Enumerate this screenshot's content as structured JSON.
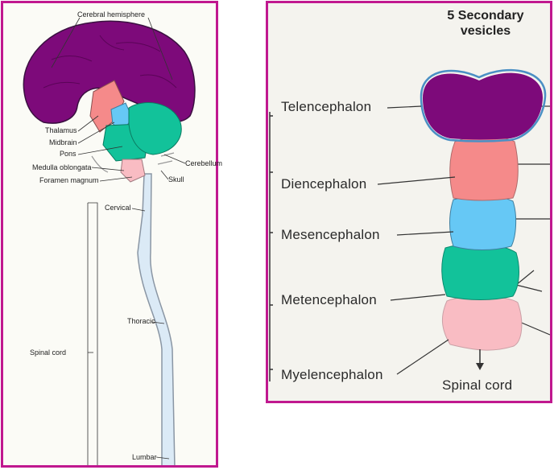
{
  "left_diagram": {
    "labels": {
      "cerebral_hemisphere": "Cerebral hemisphere",
      "thalamus": "Thalamus",
      "midbrain": "Midbrain",
      "pons": "Pons",
      "medulla_oblongata": "Medulla oblongata",
      "foramen_magnum": "Foramen magnum",
      "cerebellum": "Cerebellum",
      "skull": "Skull",
      "cervical": "Cervical",
      "thoracic": "Thoracic",
      "spinal_cord": "Spinal cord",
      "lumbar": "Lumbar"
    }
  },
  "right_diagram": {
    "title_line1": "5 Secondary",
    "title_line2": "vesicles",
    "labels": {
      "telencephalon": "Telencephalon",
      "diencephalon": "Diencephalon",
      "mesencephalon": "Mesencephalon",
      "metencephalon": "Metencephalon",
      "myelencephalon": "Myelencephalon",
      "spinal_cord": "Spinal cord"
    }
  },
  "colors": {
    "panel_border": "#c0188f",
    "telencephalon": "#7d0a7a",
    "diencephalon": "#f58a8a",
    "mesencephalon": "#66c8f5",
    "metencephalon": "#12c29a",
    "myelencephalon": "#f9bcc3",
    "spinal_cord_fill": "#dbeaf6"
  }
}
